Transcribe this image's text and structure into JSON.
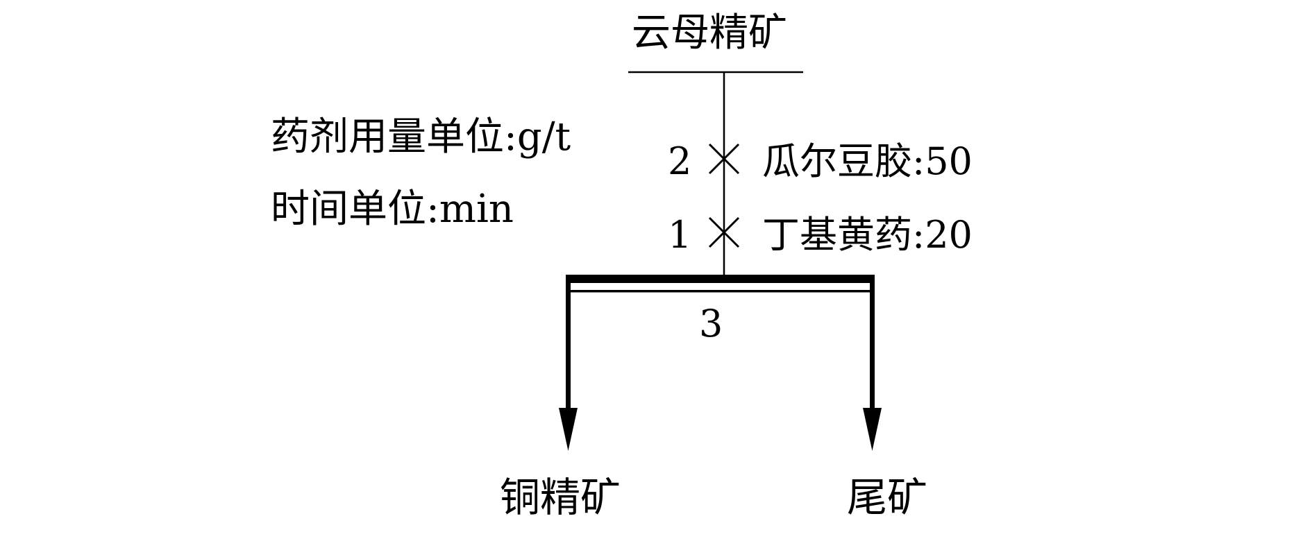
{
  "feed": {
    "label": "云母精矿"
  },
  "units": {
    "dosage": "药剂用量单位:g/t",
    "time": "时间单位:min"
  },
  "reagent_steps": [
    {
      "time": "2",
      "reagent": "瓜尔豆胶:50"
    },
    {
      "time": "1",
      "reagent": "丁基黄药:20"
    }
  ],
  "flotation_cell": {
    "time": "3"
  },
  "products": {
    "concentrate": "铜精矿",
    "tailings": "尾矿"
  }
}
